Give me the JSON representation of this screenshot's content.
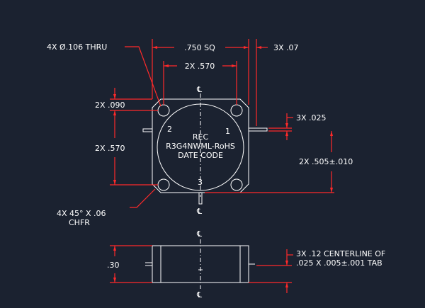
{
  "part": {
    "label_line1": "REC",
    "label_line2": "R3G4NWML-RoHS",
    "label_line3": "DATE CODE",
    "pin1": "1",
    "pin2": "2",
    "pin3": "3"
  },
  "dims": {
    "holes": "4X Ø.106 THRU",
    "square": ".750 SQ",
    "tab_offset": "3X  .07",
    "hole_spacing": "2X  .570",
    "hole_edge_v": "2X  .090",
    "hole_spacing_v": "2X  .570",
    "tab_thickness": "3X  .025",
    "tab_span": "2X  .505±.010",
    "chamfer_1": "4X  45° X  .06",
    "chamfer_2": "CHFR",
    "height": ".30",
    "tab_note_1": "3X  .12  CENTERLINE  OF",
    "tab_note_2": ".025  X  .005±.001  TAB"
  },
  "centerline_symbol": "℄",
  "colors": {
    "background": "#1b2230",
    "linework": "#ffffff",
    "dimension": "#ff2a2a"
  }
}
